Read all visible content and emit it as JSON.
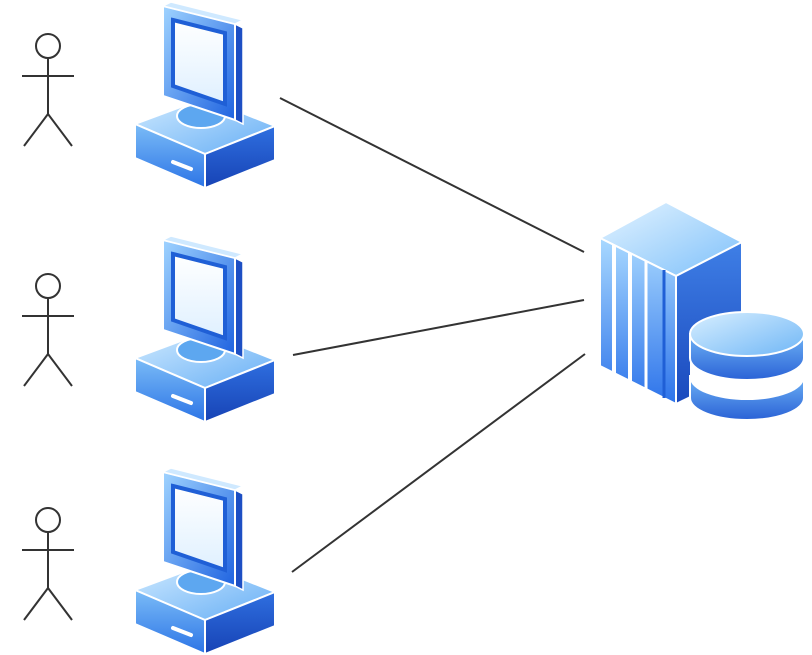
{
  "diagram": {
    "type": "client-server",
    "clients": [
      {
        "name": "client-1",
        "has_user": true,
        "icon": "desktop-computer-icon"
      },
      {
        "name": "client-2",
        "has_user": true,
        "icon": "desktop-computer-icon"
      },
      {
        "name": "client-3",
        "has_user": true,
        "icon": "desktop-computer-icon"
      }
    ],
    "server": {
      "name": "server",
      "icon": "server-tower-icon",
      "storage_icon": "database-cylinder-icon"
    },
    "connections": [
      {
        "from": "client-1",
        "to": "server"
      },
      {
        "from": "client-2",
        "to": "server"
      },
      {
        "from": "client-3",
        "to": "server"
      }
    ],
    "colors": {
      "icon_light": "#bfe3ff",
      "icon_mid": "#5aa9f2",
      "icon_dark": "#1f5fd6",
      "icon_deep": "#1848b8",
      "line": "#333333",
      "stick_figure": "#333333"
    }
  }
}
